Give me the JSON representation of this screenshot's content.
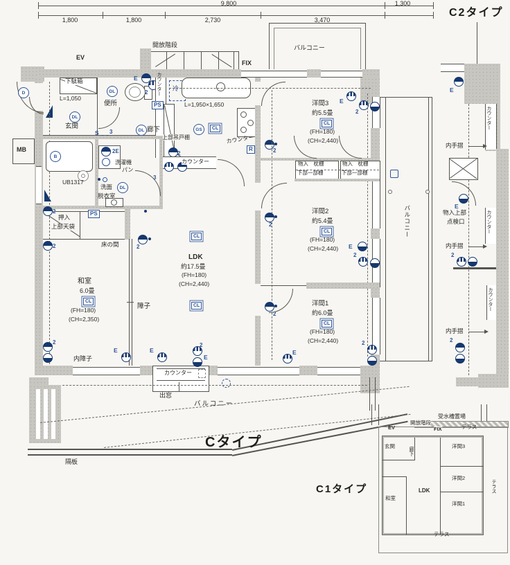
{
  "palette": {
    "paper": "#f7f6f2",
    "wall": "#c7c6c0",
    "line": "#55544e",
    "blue": "#2f5496",
    "navy": "#16386e"
  },
  "titles": {
    "c": "Cタイプ",
    "c1": "C1タイプ",
    "c2": "C2タイプ"
  },
  "dims": {
    "d9800": "9,800",
    "d1300": "1,300",
    "d1800a": "1,800",
    "d1800b": "1,800",
    "d2730": "2,730",
    "d3470": "3,470"
  },
  "top": {
    "ev": "EV",
    "stairs": "開放階段",
    "fix": "FIX",
    "balcony": "バルコニー"
  },
  "marks": {
    "e": "E",
    "e2": "2E",
    "s": "S",
    "n2": "2",
    "n3": "3",
    "dl": "DL",
    "cl": "CL",
    "gs": "GS",
    "r": "R",
    "b": "B",
    "d": "D",
    "ps": "PS",
    "mb": "MB"
  },
  "entrance": {
    "name": "玄関",
    "shoe": "下駄箱",
    "shoe_len": "L=1,050"
  },
  "toilet": {
    "name": "便所"
  },
  "hall": {
    "name": "廊下"
  },
  "kitchen": {
    "fridge": "冷",
    "sink_len": "L=1,950×1,650",
    "hang": "上部吊戸棚",
    "counter": "カウンター"
  },
  "wash": {
    "washer": "洗濯機",
    "pan": "パン",
    "senmen": "洗面",
    "datsui": "脱衣室",
    "ub": "UB1317"
  },
  "washitsu": {
    "name": "和室",
    "size": "6.0畳",
    "fh": "(FH=180)",
    "ch": "(CH=2,350)",
    "oshiire": "押入",
    "tenbukuro": "上部天袋",
    "tokonoma": "床の間",
    "shoji": "障子",
    "uchi_shoji": "内障子"
  },
  "ldk": {
    "name": "LDK",
    "size": "約17.5畳",
    "fh": "(FH=180)",
    "ch": "(CH=2,440)"
  },
  "y3": {
    "name": "洋間3",
    "size": "約5.5畳",
    "fh": "(FH=180)",
    "ch": "(CH=2,440)"
  },
  "y2": {
    "name": "洋間2",
    "size": "約5.4畳",
    "fh": "(FH=180)",
    "ch": "(CH=2,440)"
  },
  "y1": {
    "name": "洋間1",
    "size": "約6.0畳",
    "fh": "(FH=180)",
    "ch": "(CH=2,440)"
  },
  "closet": {
    "row1": "物入　枕棚",
    "row2": "下部一部棚"
  },
  "south": {
    "counter": "カウンター",
    "demado": "出窓",
    "balcony": "バルコニー",
    "kakuita": "隔板"
  },
  "east": {
    "balcony": "バルコニー"
  },
  "c2col": {
    "counter": "カウンター",
    "tesuri": "内手摺",
    "tenken1": "物入上部",
    "tenken2": "点検口"
  },
  "c1": {
    "water": "受水槽置場",
    "ev": "EV",
    "stairs": "開放階段",
    "fix": "FIX",
    "terrace": "テラス",
    "genkan": "玄関",
    "rouka": "廊下",
    "y3": "洋間3",
    "y2": "洋間2",
    "y1": "洋間1",
    "ldk": "LDK",
    "washitsu": "和室"
  }
}
